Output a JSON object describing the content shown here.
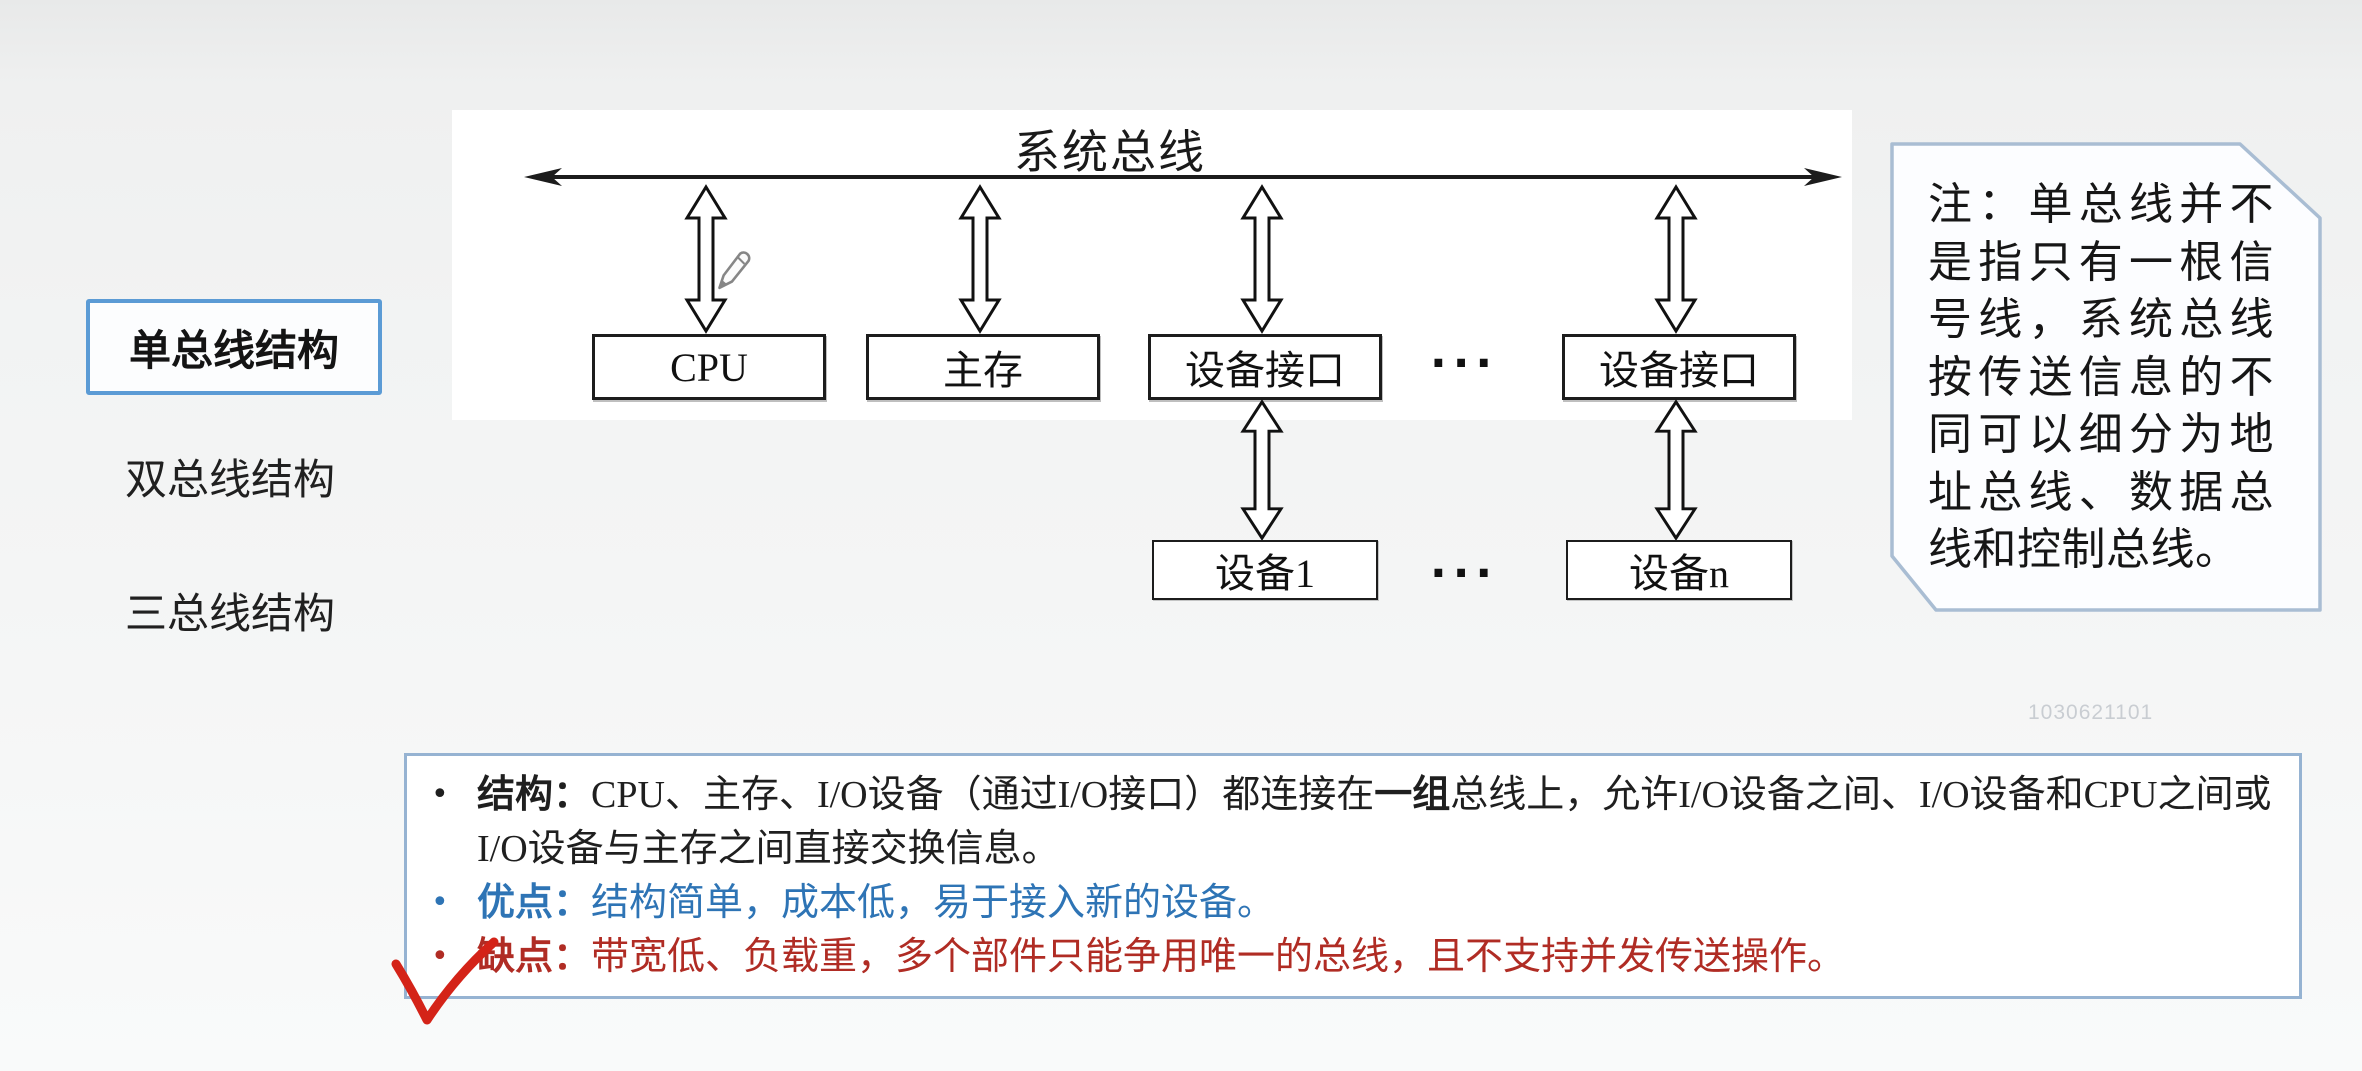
{
  "sidebar": {
    "items": [
      {
        "label": "单总线结构",
        "active": true
      },
      {
        "label": "双总线结构",
        "active": false
      },
      {
        "label": "三总线结构",
        "active": false
      }
    ]
  },
  "diagram": {
    "bus_label": "系统总线",
    "row1_boxes": [
      "CPU",
      "主存",
      "设备接口",
      "设备接口"
    ],
    "row2_boxes": [
      "设备1",
      "设备n"
    ],
    "dots": "···"
  },
  "note": {
    "text": "注：单总线并不是指只有一根信号线，系统总线按传送信息的不同可以细分为地址总线、数据总线和控制总线。"
  },
  "details": {
    "bullets": [
      {
        "marker": "•",
        "prefix": "结构：",
        "body_pre": "CPU、主存、I/O设备（通过I/O接口）都连接在",
        "body_bold": "一组",
        "body_post": "总线上，允许I/O设备之间、I/O设备和CPU之间或I/O设备与主存之间直接交换信息。",
        "color": "#1f1f1f"
      },
      {
        "marker": "•",
        "prefix": "优点：",
        "body": "结构简单，成本低，易于接入新的设备。",
        "color": "#2e74b5"
      },
      {
        "marker": "•",
        "prefix": "缺点：",
        "body": "带宽低、负载重，多个部件只能争用唯一的总线，且不支持并发传送操作。",
        "color": "#b02c24"
      }
    ]
  },
  "watermark": {
    "text": "1030621101"
  },
  "colors": {
    "active_item_border": "#5b9bd5",
    "note_border": "#a9bdd3",
    "detail_box_border": "#96b3d2",
    "advantage_text": "#2e74b5",
    "disadvantage_text": "#b02c24",
    "checkmark": "#d42318",
    "diagram_ink": "#1c1c1c"
  }
}
